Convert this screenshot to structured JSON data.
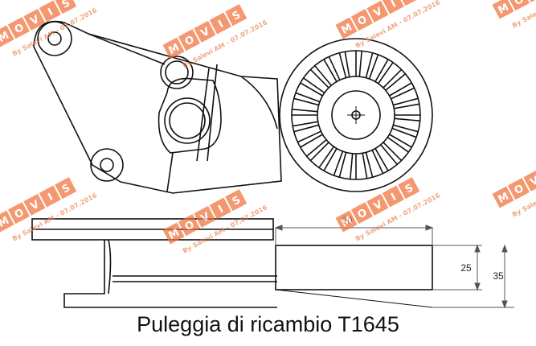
{
  "caption": "Puleggia di ricambio T1645",
  "dimensions": {
    "width_label": "90",
    "inner_height_label": "25",
    "outer_height_label": "35"
  },
  "watermark": {
    "brand": "MOVIS",
    "text": "By Salevi AM - 07.07.2016",
    "color": "#f0703a"
  }
}
